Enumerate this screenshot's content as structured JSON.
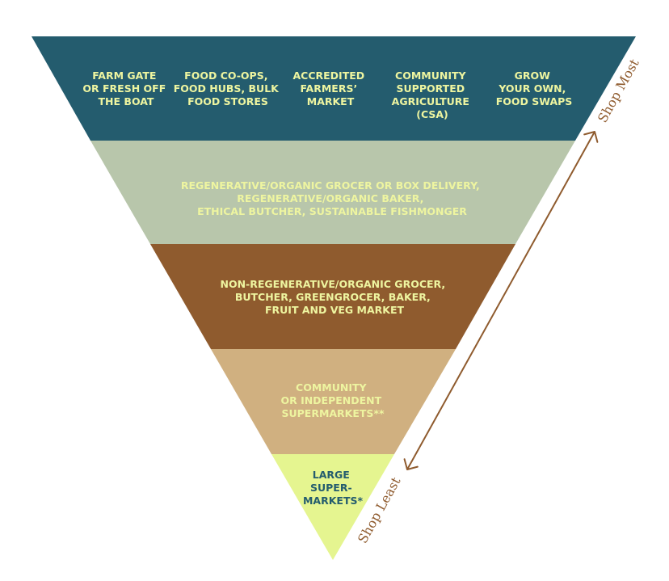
{
  "colors": {
    "tier1": "#245c6e",
    "tier2": "#b8c6ab",
    "tier3": "#8f5b2e",
    "tier4": "#d0b080",
    "tier5": "#e5f590",
    "tier_text_light": "#eef5a0",
    "tier_text_dark": "#245c6e",
    "arrow": "#8f5b2e"
  },
  "pyramid": {
    "top_row": [
      {
        "lines": [
          "FARM GATE",
          "OR FRESH OFF",
          "THE BOAT"
        ]
      },
      {
        "lines": [
          "FOOD CO-OPS,",
          "FOOD HUBS, BULK",
          "FOOD STORES"
        ]
      },
      {
        "lines": [
          "ACCREDITED",
          "FARMERS’",
          "MARKET"
        ]
      },
      {
        "lines": [
          "COMMUNITY",
          "SUPPORTED",
          "AGRICULTURE",
          "(CSA)"
        ]
      },
      {
        "lines": [
          "GROW",
          "YOUR OWN,",
          "FOOD SWAPS"
        ]
      }
    ],
    "tiers": [
      {
        "lines": [
          "REGENERATIVE/ORGANIC GROCER OR BOX DELIVERY,",
          "REGENERATIVE/ORGANIC BAKER,",
          "ETHICAL BUTCHER, SUSTAINABLE FISHMONGER"
        ]
      },
      {
        "lines": [
          "NON-REGENERATIVE/ORGANIC GROCER,",
          "BUTCHER, GREENGROCER, BAKER,",
          "FRUIT AND VEG MARKET"
        ]
      },
      {
        "lines": [
          "COMMUNITY",
          "OR INDEPENDENT",
          "SUPERMARKETS**"
        ]
      },
      {
        "lines": [
          "LARGE",
          "SUPER-",
          "MARKETS*"
        ]
      }
    ]
  },
  "arrow": {
    "top_label": "Shop Most",
    "bottom_label": "Shop Least"
  }
}
